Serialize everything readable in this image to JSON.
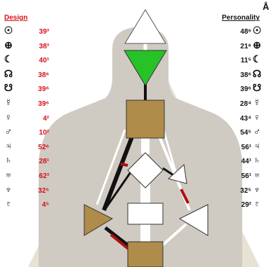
{
  "header": {
    "design_label": "Design",
    "personality_label": "Personality",
    "corner_symbol": "Å"
  },
  "colors": {
    "design": "#d8101a",
    "personality": "#111111",
    "background_silhouette": "#cfcac2",
    "defined_center": "#b08c4a",
    "ajna_defined": "#27c227",
    "channel_red": "#b01010",
    "channel_black": "#111111"
  },
  "design": [
    {
      "planet": "sun",
      "icon": "sun-icon",
      "glyph": "☉",
      "value": "39³"
    },
    {
      "planet": "earth",
      "icon": "earth-icon",
      "glyph": "⊕",
      "value": "38³"
    },
    {
      "planet": "moon",
      "icon": "moon-icon",
      "glyph": "☾",
      "value": "40¹"
    },
    {
      "planet": "north-node",
      "icon": "north-node-icon",
      "glyph": "☊",
      "value": "38⁶"
    },
    {
      "planet": "south-node",
      "icon": "south-node-icon",
      "glyph": "☋",
      "value": "39⁶"
    },
    {
      "planet": "mercury",
      "icon": "mercury-icon",
      "glyph": "☿",
      "value": "39⁶"
    },
    {
      "planet": "venus",
      "icon": "venus-icon",
      "glyph": "♀",
      "value": "4²"
    },
    {
      "planet": "mars",
      "icon": "mars-icon",
      "glyph": "♂",
      "value": "10²"
    },
    {
      "planet": "jupiter",
      "icon": "jupiter-icon",
      "glyph": "♃",
      "value": "52⁶"
    },
    {
      "planet": "saturn",
      "icon": "saturn-icon",
      "glyph": "♄",
      "value": "28¹"
    },
    {
      "planet": "uranus",
      "icon": "uranus-icon",
      "glyph": "♅",
      "value": "62³"
    },
    {
      "planet": "neptune",
      "icon": "neptune-icon",
      "glyph": "♆",
      "value": "32⁵"
    },
    {
      "planet": "pluto",
      "icon": "pluto-icon",
      "glyph": "♇",
      "value": "4⁵"
    }
  ],
  "personality": [
    {
      "planet": "sun",
      "icon": "sun-icon",
      "glyph": "☉",
      "value": "48⁶"
    },
    {
      "planet": "earth",
      "icon": "earth-icon",
      "glyph": "⊕",
      "value": "21⁶"
    },
    {
      "planet": "moon",
      "icon": "moon-icon",
      "glyph": "☾",
      "value": "11⁵"
    },
    {
      "planet": "north-node",
      "icon": "north-node-icon",
      "glyph": "☊",
      "value": "38⁶"
    },
    {
      "planet": "south-node",
      "icon": "south-node-icon",
      "glyph": "☋",
      "value": "39⁶"
    },
    {
      "planet": "mercury",
      "icon": "mercury-icon",
      "glyph": "☿",
      "value": "28⁴"
    },
    {
      "planet": "venus",
      "icon": "venus-icon",
      "glyph": "♀",
      "value": "43⁴"
    },
    {
      "planet": "mars",
      "icon": "mars-icon",
      "glyph": "♂",
      "value": "54⁵"
    },
    {
      "planet": "jupiter",
      "icon": "jupiter-icon",
      "glyph": "♃",
      "value": "56¹"
    },
    {
      "planet": "saturn",
      "icon": "saturn-icon",
      "glyph": "♄",
      "value": "44¹"
    },
    {
      "planet": "uranus",
      "icon": "uranus-icon",
      "glyph": "♅",
      "value": "56¹"
    },
    {
      "planet": "neptune",
      "icon": "neptune-icon",
      "glyph": "♆",
      "value": "32⁵"
    },
    {
      "planet": "pluto",
      "icon": "pluto-icon",
      "glyph": "♇",
      "value": "29²"
    }
  ],
  "centers": [
    {
      "name": "head",
      "defined": false
    },
    {
      "name": "ajna",
      "defined": true
    },
    {
      "name": "throat",
      "defined": true
    },
    {
      "name": "g",
      "defined": false
    },
    {
      "name": "heart",
      "defined": false
    },
    {
      "name": "spleen",
      "defined": true
    },
    {
      "name": "sacral",
      "defined": false
    },
    {
      "name": "solar-plexus",
      "defined": false
    },
    {
      "name": "root",
      "defined": true
    }
  ]
}
